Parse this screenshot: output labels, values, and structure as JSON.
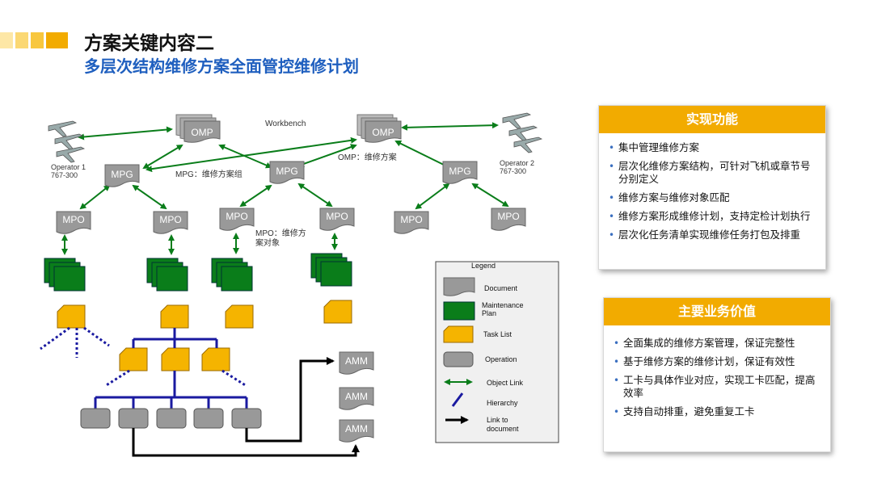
{
  "header": {
    "title": "方案关键内容二",
    "subtitle": "多层次结构维修方案全面管控维修计划"
  },
  "colors": {
    "accent": "#f2ab00",
    "brand_blue": "#1f5fbf",
    "plan_green": "#0a7d1a",
    "task_orange": "#f5b400",
    "hierarchy": "#1a1aa0"
  },
  "diagram": {
    "workbench_label": "Workbench",
    "omp_label": "OMP",
    "mpg_label": "MPG",
    "mpo_label": "MPO",
    "amm_label": "AMM",
    "operator1": {
      "line1": "Operator  1",
      "line2": "767-300"
    },
    "operator2": {
      "line1": "Operator  2",
      "line2": "767-300"
    },
    "omp_note": "OMP：维修方案",
    "mpg_note": "MPG：维修方案组",
    "mpo_note_line1": "MPO：维修方",
    "mpo_note_line2": "案对象"
  },
  "legend": {
    "title": "Legend",
    "items": {
      "document": "Document",
      "maintenance_plan_1": "Maintenance",
      "maintenance_plan_2": "Plan",
      "task_list": "Task List",
      "operation": "Operation",
      "object_link": "Object Link",
      "hierarchy": "Hierarchy",
      "link_to_doc_1": "Link to",
      "link_to_doc_2": "document"
    }
  },
  "panel_functions": {
    "title": "实现功能",
    "items": [
      "集中管理维修方案",
      "层次化维修方案结构，可针对飞机或章节号分别定义",
      "维修方案与维修对象匹配",
      "维修方案形成维修计划，支持定检计划执行",
      "层次化任务清单实现维修任务打包及排重"
    ]
  },
  "panel_values": {
    "title": "主要业务价值",
    "items": [
      "全面集成的维修方案管理，保证完整性",
      "基于维修方案的维修计划，保证有效性",
      "工卡与具体作业对应，实现工卡匹配，提高效率",
      "支持自动排重，避免重复工卡"
    ]
  }
}
